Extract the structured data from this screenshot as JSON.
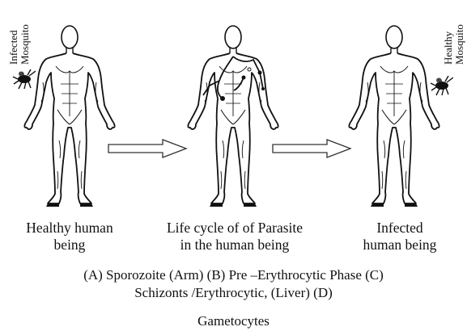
{
  "side_labels": {
    "left": [
      "Infected",
      "Mosquito"
    ],
    "right": [
      "Healthy",
      "Mosquito"
    ]
  },
  "captions": [
    [
      "Healthy human",
      "being"
    ],
    [
      "Life cycle of of Parasite",
      "in the human being"
    ],
    [
      "Infected",
      "human being"
    ]
  ],
  "legend": [
    "(A) Sporozoite (Arm) (B) Pre –Erythrocytic Phase (C)",
    "Schizonts /Erythrocytic, (Liver) (D)",
    "Gametocytes"
  ],
  "icons": {
    "figures": [
      "human-body-healthy",
      "human-body-parasite-lifecycle",
      "human-body-infected"
    ],
    "arrows": [
      "right-arrow",
      "right-arrow"
    ],
    "mosquitoes": [
      "infected-mosquito",
      "healthy-mosquito"
    ]
  },
  "colors": {
    "line": "#111111",
    "background": "#ffffff"
  }
}
